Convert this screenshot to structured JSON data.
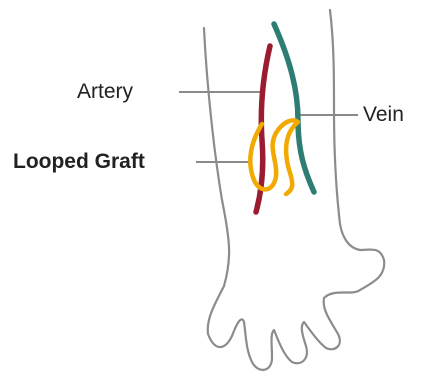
{
  "labels": {
    "artery": "Artery",
    "vein": "Vein",
    "looped_graft": "Looped Graft"
  },
  "colors": {
    "outline": "#8c8c8c",
    "artery": "#9b1b30",
    "vein": "#2e7d74",
    "graft": "#f2a900",
    "leader": "#8a8a8a",
    "text": "#222222"
  }
}
